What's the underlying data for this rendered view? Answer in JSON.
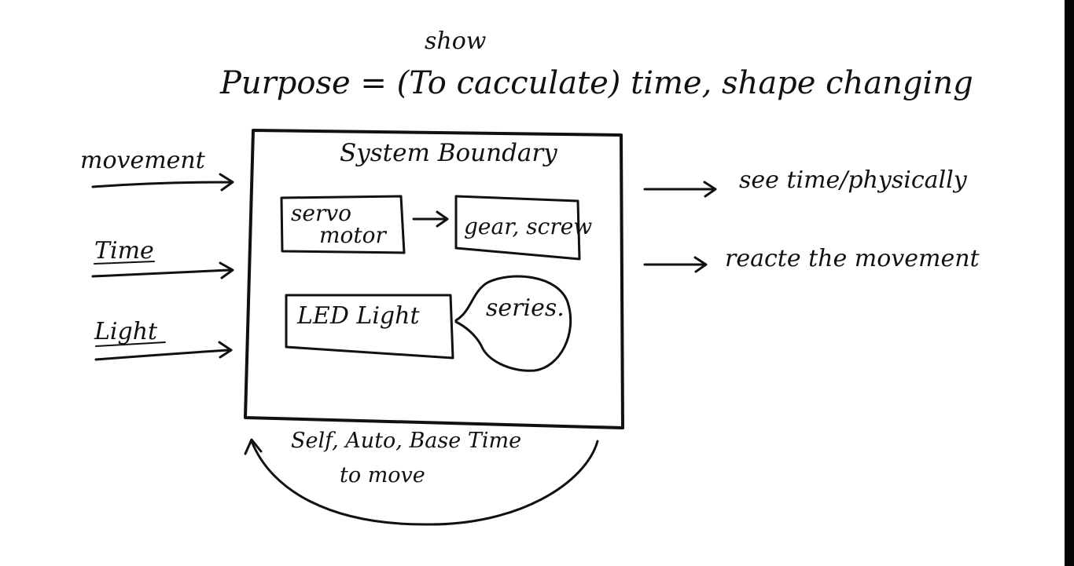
{
  "header": {
    "show_note": "show",
    "purpose_text": "Purpose = (To cacculate) time, shape changing"
  },
  "inputs": [
    "movement",
    "Time",
    "Light"
  ],
  "system": {
    "title": "System Boundary",
    "components": {
      "servo_motor_line1": "servo",
      "servo_motor_line2": "motor",
      "gear_screw": "gear, screw",
      "led_light": "LED Light",
      "series_bubble": "series."
    }
  },
  "outputs": [
    "see time/physically",
    "reacte the movement"
  ],
  "feedback": {
    "line1": "Self, Auto, Base Time",
    "line2": "to move"
  },
  "colors": {
    "ink": "#111111",
    "paper": "#ffffff",
    "edge": "#050505"
  }
}
